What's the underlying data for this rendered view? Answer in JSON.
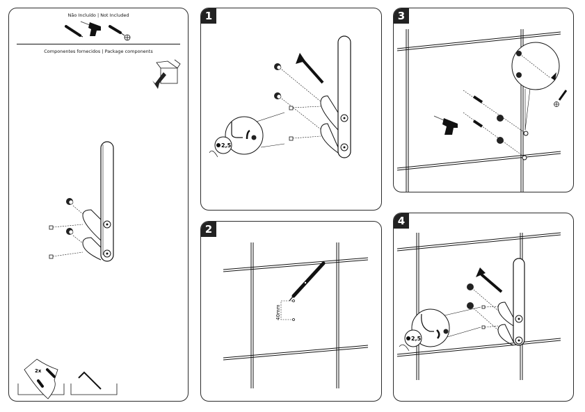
{
  "overview": {
    "not_included_label": "Não Incluído | Not Included",
    "package_components_label": "Componentes fornecidos | Package components",
    "tools_not_included": [
      "pencil-icon",
      "drill-icon",
      "phillips-screwdriver-icon"
    ],
    "box_icon": "open-box-icon",
    "screw_bag_quantity": "2x",
    "screw_bag_contents": [
      "screw-icon",
      "wall-plug-icon"
    ],
    "allen_key": "allen-key-icon"
  },
  "steps": [
    {
      "number": "1",
      "hex_key_size": "2,5"
    },
    {
      "number": "2",
      "measurement": "40mm"
    },
    {
      "number": "3",
      "tools": [
        "drill-icon",
        "phillips-screwdriver-icon"
      ]
    },
    {
      "number": "4",
      "hex_key_size": "2,5"
    }
  ]
}
